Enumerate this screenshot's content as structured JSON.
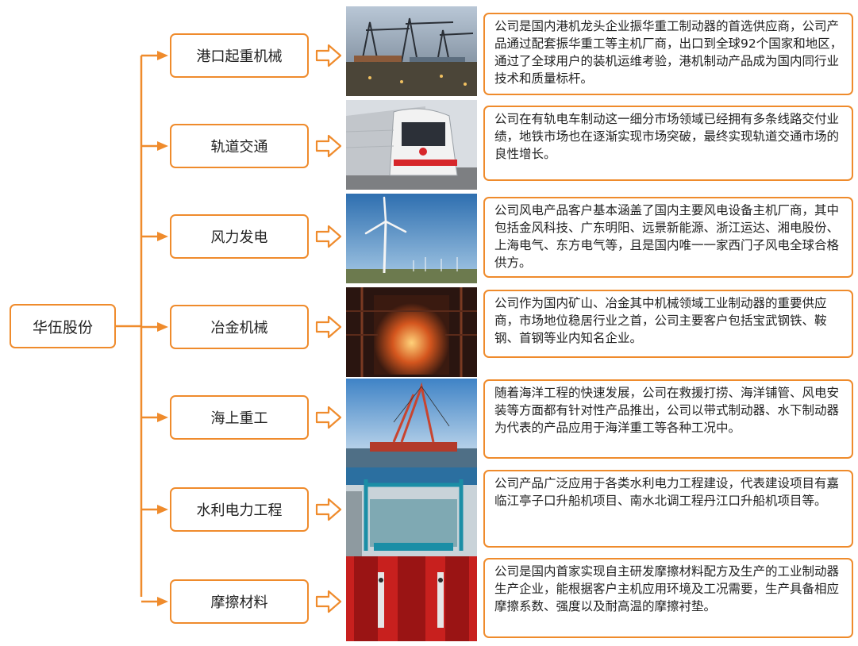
{
  "root": {
    "label": "华伍股份"
  },
  "colors": {
    "accent": "#ef8b2c"
  },
  "branches": [
    {
      "label": "港口起重机械",
      "image": "port-crane-photo",
      "description": "公司是国内港机龙头企业振华重工制动器的首选供应商，公司产品通过配套振华重工等主机厂商，出口到全球92个国家和地区，通过了全球用户的装机运维考验，港机制动产品成为国内同行业技术和质量标杆。"
    },
    {
      "label": "轨道交通",
      "image": "metro-train-photo",
      "description": "公司在有轨电车制动这一细分市场领域已经拥有多条线路交付业绩，地铁市场也在逐渐实现市场突破，最终实现轨道交通市场的良性增长。"
    },
    {
      "label": "风力发电",
      "image": "wind-turbine-photo",
      "description": "公司风电产品客户基本涵盖了国内主要风电设备主机厂商，其中包括金风科技、广东明阳、远景新能源、浙江运达、湘电股份、上海电气、东方电气等，且是国内唯一一家西门子风电全球合格供方。"
    },
    {
      "label": "冶金机械",
      "image": "steel-mill-photo",
      "description": "公司作为国内矿山、冶金其中机械领域工业制动器的重要供应商，市场地位稳居行业之首，公司主要客户包括宝武钢铁、鞍钢、首钢等业内知名企业。"
    },
    {
      "label": "海上重工",
      "image": "offshore-crane-photo",
      "description": "随着海洋工程的快速发展，公司在救援打捞、海洋铺管、风电安装等方面都有针对性产品推出，公司以带式制动器、水下制动器为代表的产品应用于海洋重工等各种工况中。"
    },
    {
      "label": "水利电力工程",
      "image": "ship-lift-photo",
      "description": "公司产品广泛应用于各类水利电力工程建设，代表建设项目有嘉临江亭子口升船机项目、南水北调工程丹江口升船机项目等。"
    },
    {
      "label": "摩擦材料",
      "image": "friction-material-photo",
      "description": "公司是国内首家实现自主研发摩擦材料配方及生产的工业制动器生产企业，能根据客户主机应用环境及工况需要，生产具备相应摩擦系数、强度以及耐高温的摩擦衬垫。"
    }
  ]
}
